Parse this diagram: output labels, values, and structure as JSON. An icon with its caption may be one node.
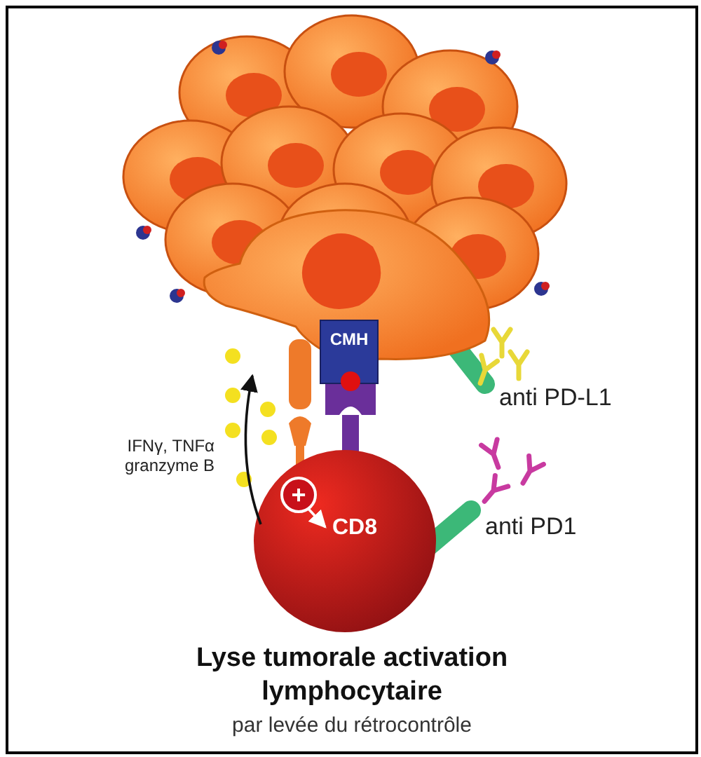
{
  "diagram": {
    "title": "Lyse tumorale activation lymphocytaire",
    "caption": "par levée du rétrocontrôle",
    "nodes": [
      {
        "text": [],
        "shape": "picture"
      },
      {
        "text": [
          "CMH"
        ]
      },
      {
        "text": [],
        "shape": "circle"
      },
      {
        "text": [
          "+"
        ],
        "in": 2
      },
      {
        "text": [
          "CD8"
        ],
        "in": 2
      }
    ],
    "edges": [
      {
        "from": 2,
        "to": 0,
        "arrow": "to"
      },
      {
        "from": 3,
        "to": 4,
        "arrow": "to",
        "color": "#ffffff"
      }
    ],
    "labels": [
      "anti PD-L1",
      "IFNγ, TNFα granzyme B",
      "anti PD1"
    ]
  }
}
